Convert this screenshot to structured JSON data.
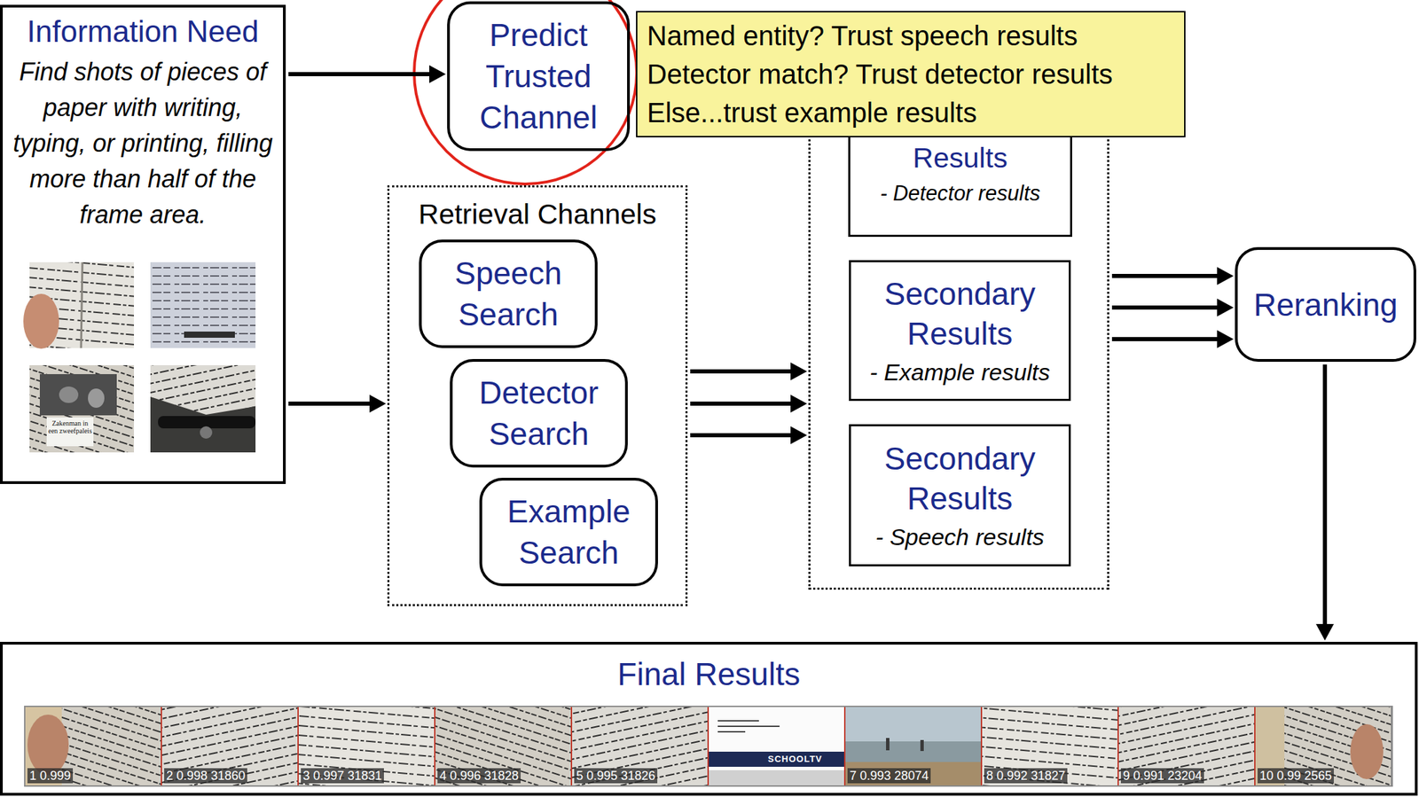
{
  "diagram": {
    "nodes": [
      {
        "text": [
          "Information Need",
          "Find shots of pieces of paper with writing, typing, or printing, filling more than half of the frame area."
        ]
      },
      {
        "text": [
          "Predict Trusted Channel"
        ]
      },
      {
        "text": [
          "Named entity? Trust speech results",
          "Detector match? Trust detector results",
          "Else...trust example results"
        ]
      },
      {
        "text": [
          "Retrieval Channels"
        ]
      },
      {
        "text": [
          "Speech Search"
        ],
        "in": 3
      },
      {
        "text": [
          "Detector Search"
        ],
        "in": 3
      },
      {
        "text": [
          "Example Search"
        ],
        "in": 3
      },
      {
        "text": []
      },
      {
        "text": [
          "Results",
          "- Detector results"
        ],
        "in": 7
      },
      {
        "text": [
          "Secondary Results",
          "- Example results"
        ],
        "in": 7
      },
      {
        "text": [
          "Secondary Results",
          "- Speech results"
        ],
        "in": 7
      },
      {
        "text": [
          "Reranking"
        ]
      },
      {
        "text": [
          "Final Results"
        ]
      }
    ],
    "edges": [
      {
        "from": 0,
        "to": 1,
        "arrow": "to"
      },
      {
        "from": 0,
        "to": 3,
        "arrow": "to"
      },
      {
        "from": 3,
        "to": 7,
        "arrow": "to"
      },
      {
        "from": 3,
        "to": 7,
        "arrow": "to"
      },
      {
        "from": 3,
        "to": 7,
        "arrow": "to"
      },
      {
        "from": 7,
        "to": 11,
        "arrow": "to"
      },
      {
        "from": 7,
        "to": 11,
        "arrow": "to"
      },
      {
        "from": 7,
        "to": 11,
        "arrow": "to"
      },
      {
        "from": 11,
        "to": 12,
        "arrow": "to"
      }
    ],
    "labels": [
      "Zakenman in een zweefpaleis",
      "1 0.999",
      "2 0.998 31860",
      "3 0.997 31831",
      "4 0.996 31828",
      "5 0.995 31826",
      "SCHOOLTV",
      "7 0.993 28074",
      "8 0.992 31827",
      "9 0.991 23204",
      "10 0.99 2565"
    ]
  }
}
